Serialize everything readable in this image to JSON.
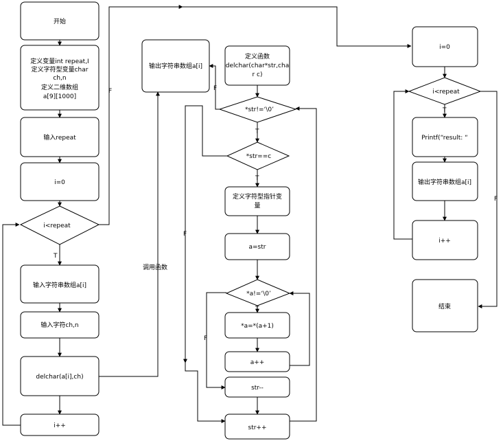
{
  "nodes": {
    "start": "开始",
    "decl_lines": [
      "定义变量int repeat,I",
      "定义字符型变量char",
      "ch,n",
      "定义二维数组",
      "a[9][1000]"
    ],
    "input_repeat": "输入repeat",
    "i0_left": "i=0",
    "cond_left": "i<repeat",
    "input_str": "输入字符串数组a[i]",
    "input_ch": "输入字符ch,n",
    "call_delchar": "delchar(a[i],ch)",
    "inc_left": "i++",
    "output_mid": "输出字符串数组a[i]",
    "def_func_lines": [
      "定义函数",
      "delchar(char*str,cha",
      "r c)"
    ],
    "cond_str_notnull": "*str!=‘\\0’",
    "cond_str_eq_c": "*str==c",
    "def_ptr_lines": [
      "定义字符型指针变",
      "量"
    ],
    "a_eq_str": "a=str",
    "cond_a_notnull": "*a!=‘\\0’",
    "a_shift": "*a=*(a+1)",
    "a_inc": "a++",
    "str_dec": "str--",
    "str_inc": "str++",
    "i0_right": "i=0",
    "cond_right": "i<repeat",
    "printf": "Printf(“result: “",
    "output_right": "输出字符串数组a[i]",
    "inc_right": "i++",
    "end": "结束"
  },
  "edge_labels": {
    "T": "T",
    "F": "F",
    "call": "调用函数"
  }
}
